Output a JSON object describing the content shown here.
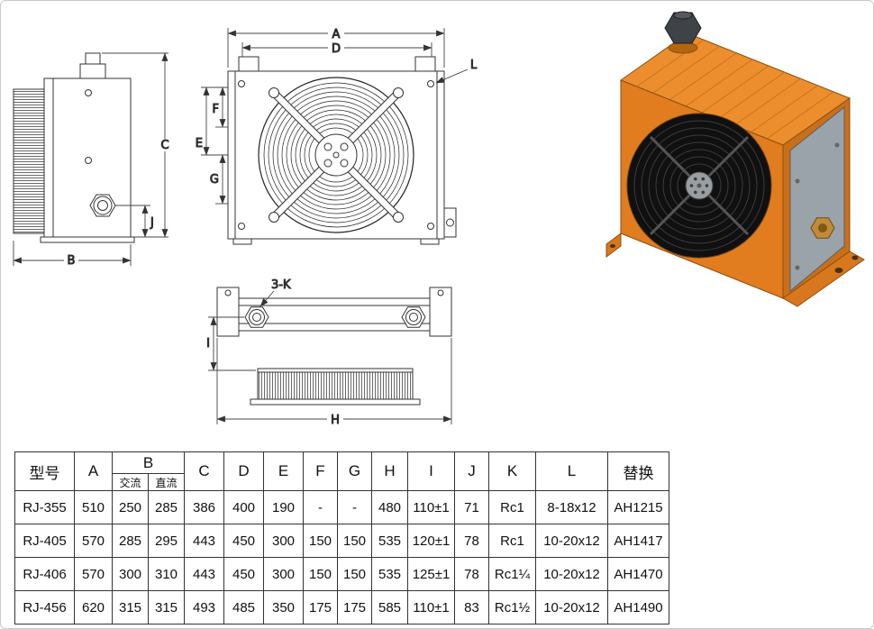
{
  "drawing": {
    "labels": {
      "A": "A",
      "B": "B",
      "C": "C",
      "D": "D",
      "E": "E",
      "F": "F",
      "G": "G",
      "H": "H",
      "I": "I",
      "J": "J",
      "L": "L",
      "K3": "3-K"
    }
  },
  "table": {
    "headers": {
      "model": "型号",
      "A": "A",
      "B": "B",
      "B_ac": "交流",
      "B_dc": "直流",
      "C": "C",
      "D": "D",
      "E": "E",
      "F": "F",
      "G": "G",
      "H": "H",
      "I": "I",
      "J": "J",
      "K": "K",
      "L": "L",
      "replace": "替换"
    },
    "rows": [
      {
        "model": "RJ-355",
        "A": "510",
        "B_ac": "250",
        "B_dc": "285",
        "C": "386",
        "D": "400",
        "E": "190",
        "F": "-",
        "G": "-",
        "H": "480",
        "I": "110±1",
        "J": "71",
        "K": "Rc1",
        "L": "8-18x12",
        "replace": "AH1215"
      },
      {
        "model": "RJ-405",
        "A": "570",
        "B_ac": "285",
        "B_dc": "295",
        "C": "443",
        "D": "450",
        "E": "300",
        "F": "150",
        "G": "150",
        "H": "535",
        "I": "120±1",
        "J": "78",
        "K": "Rc1",
        "L": "10-20x12",
        "replace": "AH1417"
      },
      {
        "model": "RJ-406",
        "A": "570",
        "B_ac": "300",
        "B_dc": "310",
        "C": "443",
        "D": "450",
        "E": "300",
        "F": "150",
        "G": "150",
        "H": "535",
        "I": "125±1",
        "J": "78",
        "K": "Rc1¼",
        "L": "10-20x12",
        "replace": "AH1470"
      },
      {
        "model": "RJ-456",
        "A": "620",
        "B_ac": "315",
        "B_dc": "315",
        "C": "493",
        "D": "485",
        "E": "350",
        "F": "175",
        "G": "175",
        "H": "585",
        "I": "110±1",
        "J": "83",
        "K": "Rc1½",
        "L": "10-20x12",
        "replace": "AH1490"
      }
    ]
  },
  "colors": {
    "body_orange": "#E17C1F",
    "side_gray": "#9AA2AA",
    "line": "#333333"
  }
}
